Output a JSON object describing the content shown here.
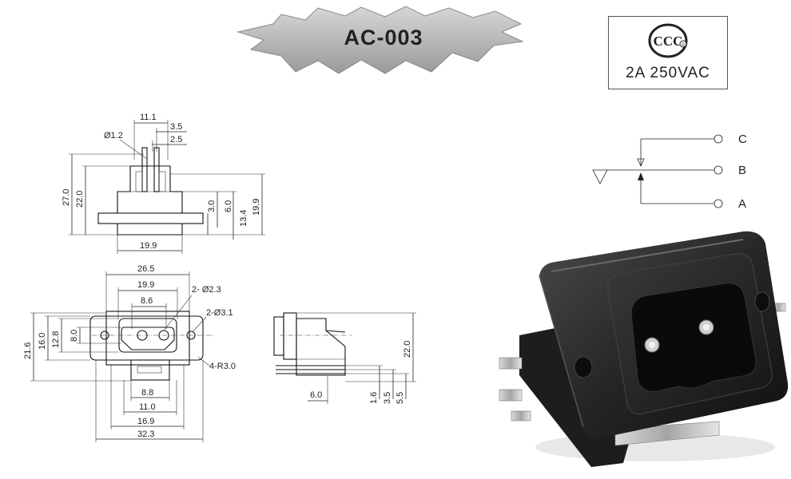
{
  "header": {
    "part_number": "AC-003"
  },
  "certification": {
    "logo_letters": "CCC",
    "logo_mark": "S",
    "rating": "2A  250VAC"
  },
  "side_view": {
    "dims": [
      "11.1",
      "3.5",
      "2.5",
      "Ø1.2",
      "27.0",
      "22.0",
      "3.0",
      "6.0",
      "13.4",
      "19.9",
      "19.9"
    ]
  },
  "front_view": {
    "dims": [
      "26.5",
      "19.9",
      "2- Ø2.3",
      "8.6",
      "2-Ø3.1",
      "21.6",
      "16.0",
      "12.8",
      "8.0",
      "4-R3.0",
      "8.8",
      "11.0",
      "16.9",
      "32.3"
    ]
  },
  "profile_view": {
    "dims": [
      "22.0",
      "6.0",
      "1.6",
      "3.5",
      "5.5"
    ]
  },
  "circuit": {
    "labels": [
      "C",
      "B",
      "A"
    ]
  }
}
